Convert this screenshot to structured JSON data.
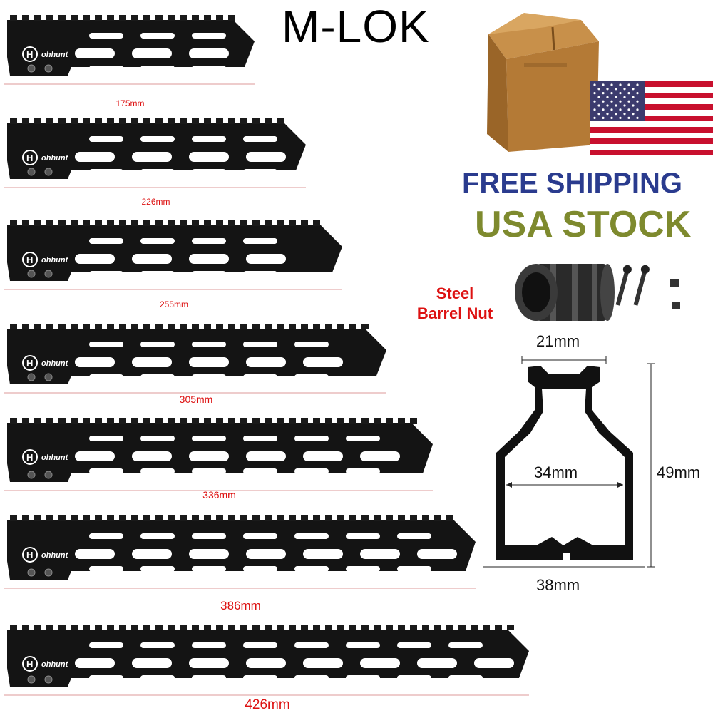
{
  "title": "M-LOK",
  "brand": "ohhunt",
  "shipping": {
    "free_shipping": "FREE SHIPPING",
    "usa_stock": "USA STOCK"
  },
  "barrel_nut": {
    "line1": "Steel",
    "line2": "Barrel Nut"
  },
  "handguards": [
    {
      "length": "175mm"
    },
    {
      "length": "226mm"
    },
    {
      "length": "255mm"
    },
    {
      "length": "305mm"
    },
    {
      "length": "336mm"
    },
    {
      "length": "386mm"
    },
    {
      "length": "426mm"
    }
  ],
  "profile": {
    "top_width": "21mm",
    "inner_width": "34mm",
    "height": "49mm",
    "bottom_width": "38mm"
  },
  "colors": {
    "accent_red": "#dd1111",
    "free_shipping_blue": "#2a3b8e",
    "usa_stock_olive": "#7e8a2e"
  }
}
